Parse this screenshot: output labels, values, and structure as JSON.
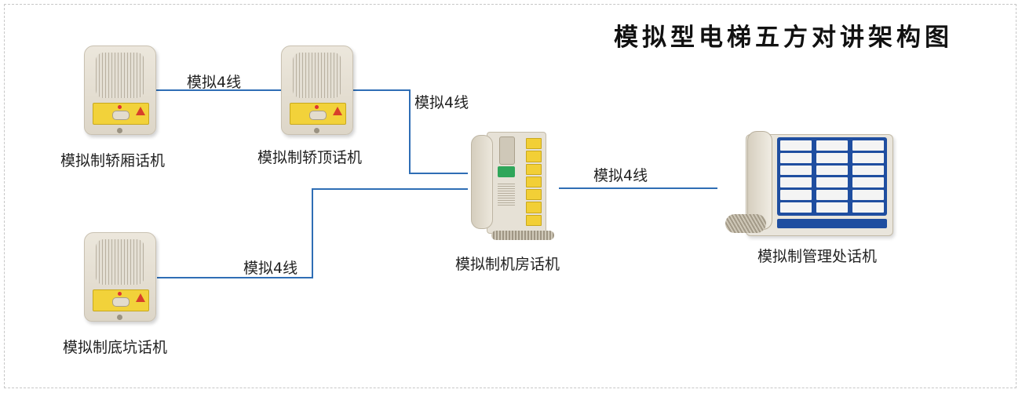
{
  "diagram": {
    "title": "模拟型电梯五方对讲架构图",
    "nodes": {
      "car": "模拟制轿厢话机",
      "car_top": "模拟制轿顶话机",
      "pit": "模拟制底坑话机",
      "machine_room": "模拟制机房话机",
      "management": "模拟制管理处话机"
    },
    "links": {
      "car_to_top": "模拟4线",
      "top_to_room": "模拟4线",
      "pit_to_room": "模拟4线",
      "room_to_mgmt": "模拟4线"
    },
    "colors": {
      "wire": "#2f6eb5",
      "title": "#111111"
    }
  }
}
